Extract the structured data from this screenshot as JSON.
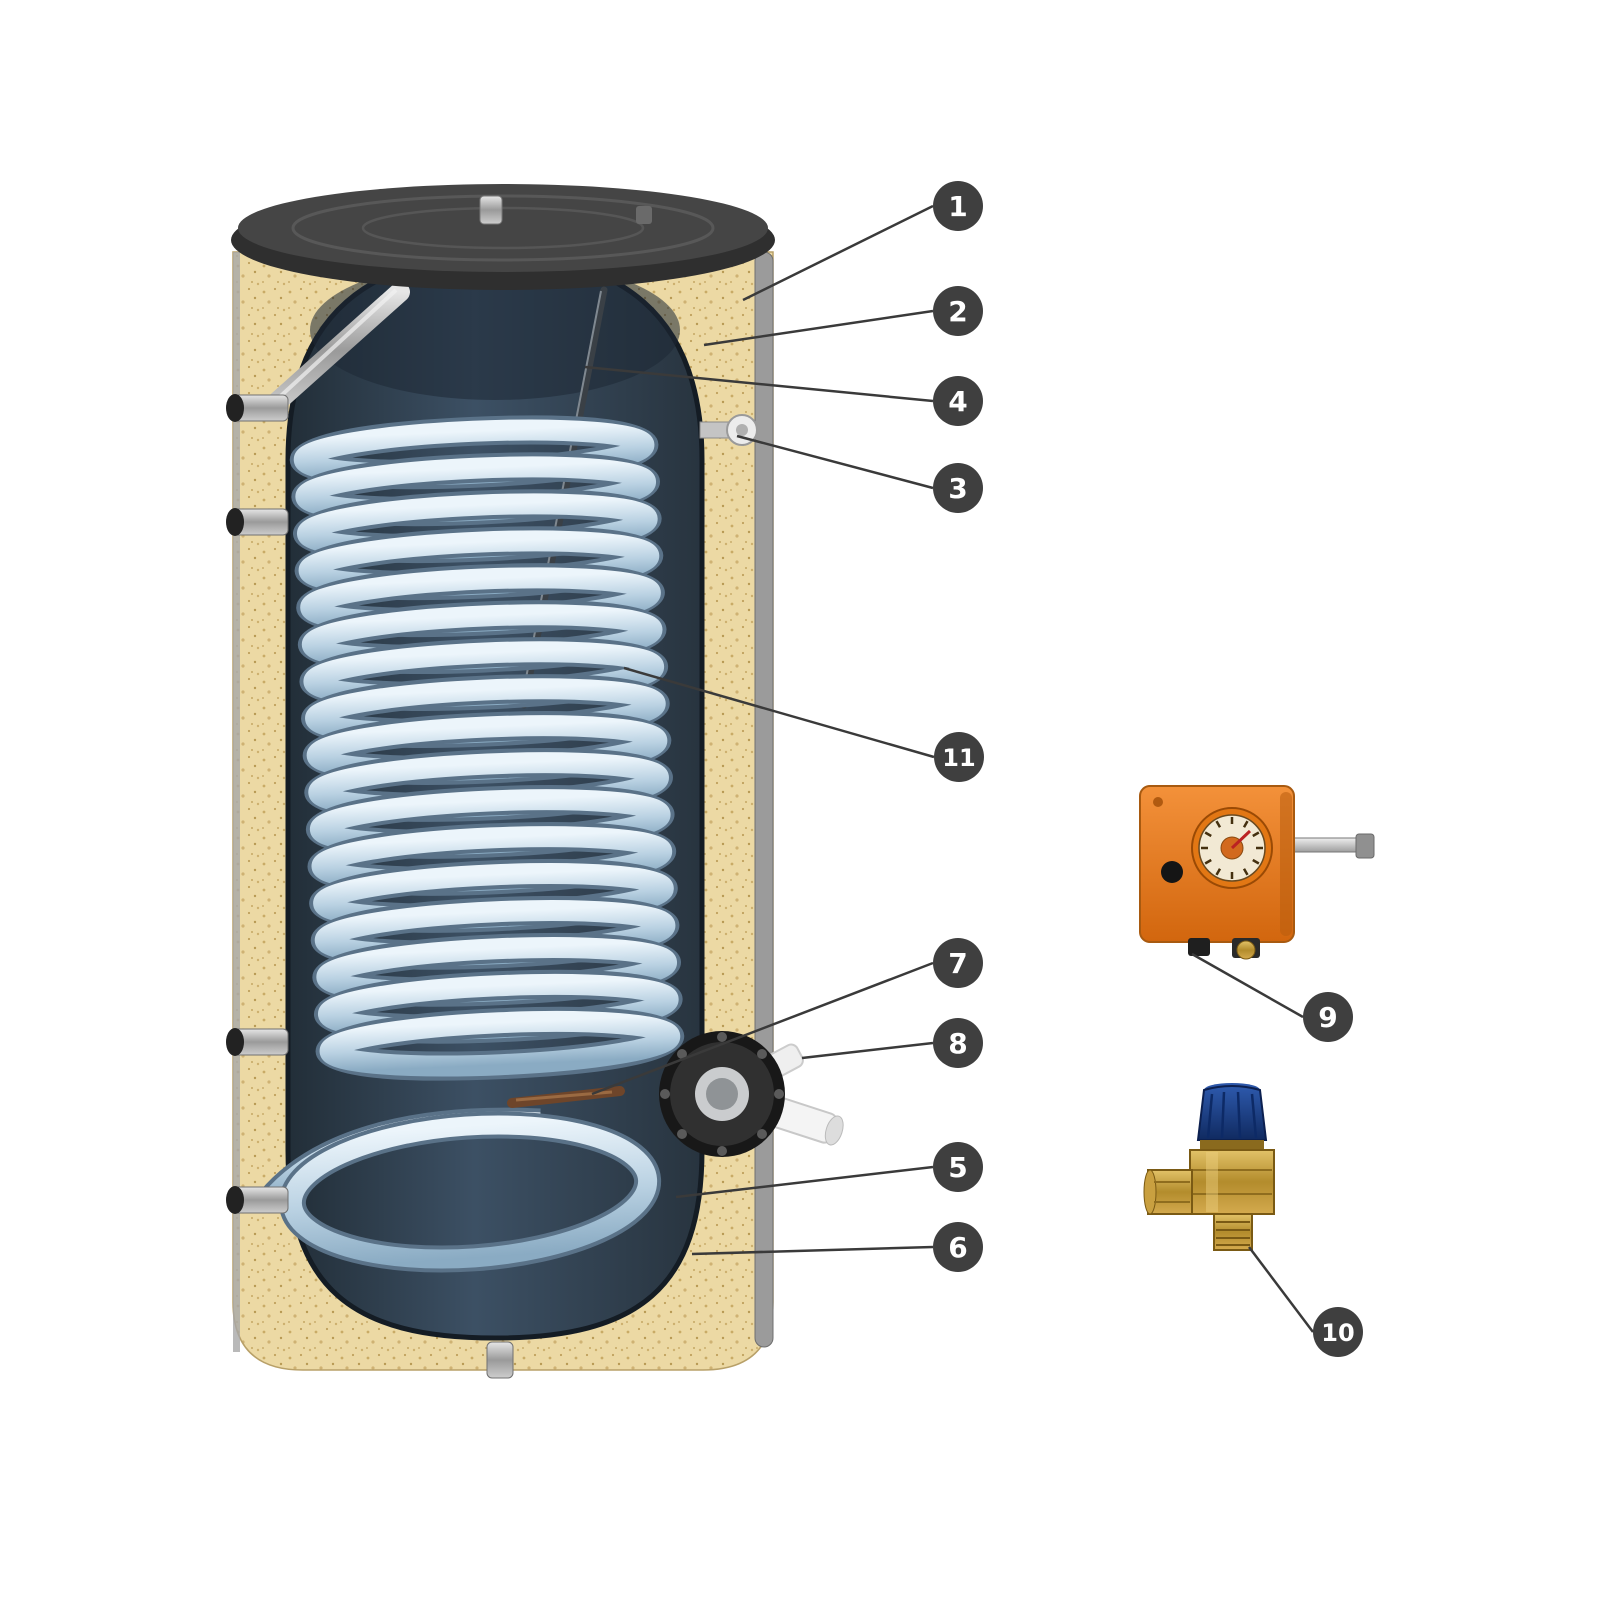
{
  "figure": {
    "type": "technical-cutaway-diagram",
    "subject": "water-heater-tank-with-heat-exchanger-coil",
    "side_components": [
      "thermostat",
      "safety-valve"
    ]
  },
  "callouts": {
    "1": {
      "label": "1"
    },
    "2": {
      "label": "2"
    },
    "3": {
      "label": "3"
    },
    "4": {
      "label": "4"
    },
    "5": {
      "label": "5"
    },
    "6": {
      "label": "6"
    },
    "7": {
      "label": "7"
    },
    "8": {
      "label": "8"
    },
    "9": {
      "label": "9"
    },
    "10": {
      "label": "10"
    },
    "11": {
      "label": "11"
    }
  },
  "colors": {
    "background": "#ffffff",
    "insulation_cream": "#ecd9a4",
    "outer_jacket_gray": "#9b9b9b",
    "tank_interior_dark": "#35485a",
    "coil_light_blue": "#c6dcec",
    "top_cap_dark": "#3a3a3a",
    "callout_circle": "#3f3f3f",
    "callout_text": "#ffffff",
    "leader_line": "#3a3a3a",
    "thermostat_orange": "#e07a1e",
    "valve_brass": "#c09a3e",
    "valve_cap_blue": "#1c3f8a",
    "heater_rod_copper": "#7a4a2e"
  }
}
